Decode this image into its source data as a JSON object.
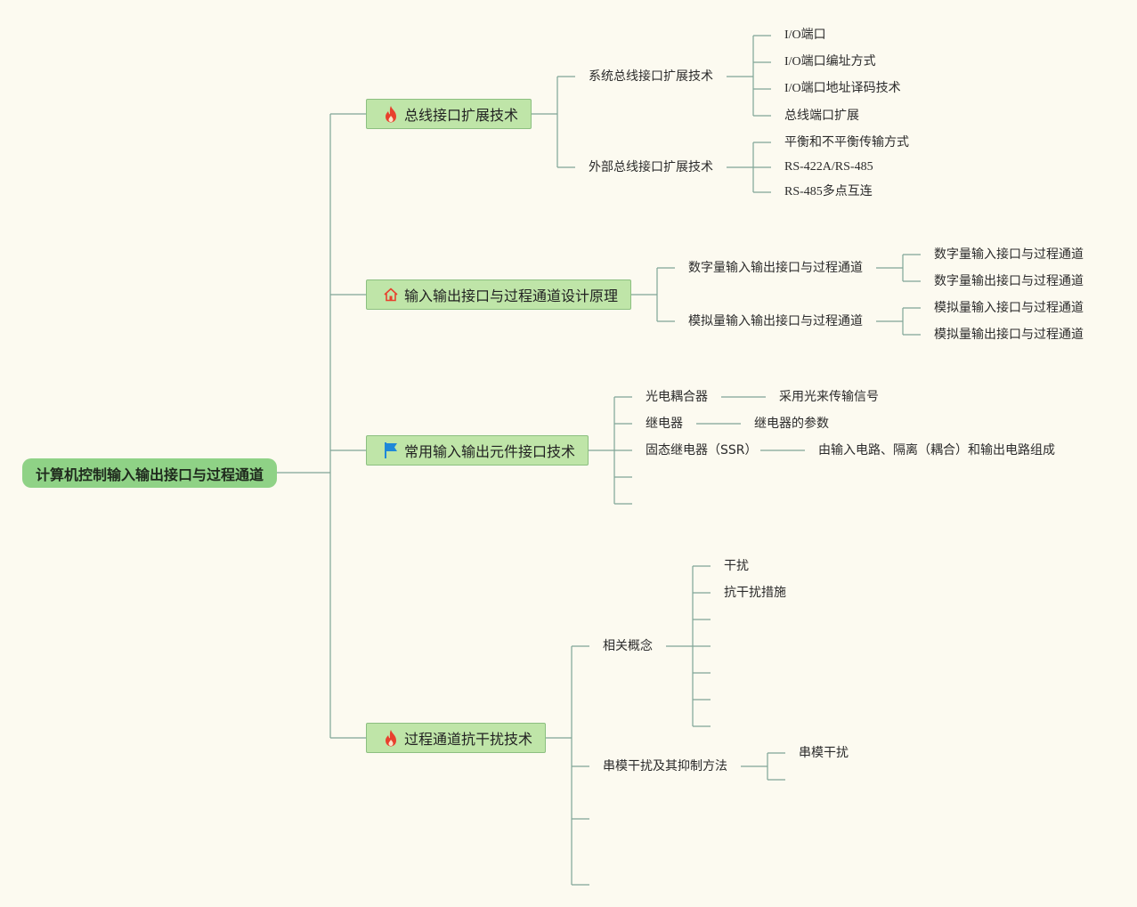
{
  "root": {
    "label": "计算机控制输入输出接口与过程通道"
  },
  "branches": [
    {
      "label": "总线接口扩展技术",
      "icon": "fire-icon",
      "children": [
        {
          "label": "系统总线接口扩展技术",
          "children": [
            "I/O端口",
            "I/O端口编址方式",
            "I/O端口地址译码技术",
            "总线端口扩展"
          ]
        },
        {
          "label": "外部总线接口扩展技术",
          "children": [
            "平衡和不平衡传输方式",
            "RS-422A/RS-485",
            "RS-485多点互连"
          ]
        }
      ]
    },
    {
      "label": "输入输出接口与过程通道设计原理",
      "icon": "house-icon",
      "children": [
        {
          "label": "数字量输入输出接口与过程通道",
          "children": [
            "数字量输入接口与过程通道",
            "数字量输出接口与过程通道"
          ]
        },
        {
          "label": "模拟量输入输出接口与过程通道",
          "children": [
            "模拟量输入接口与过程通道",
            "模拟量输出接口与过程通道"
          ]
        }
      ]
    },
    {
      "label": "常用输入输出元件接口技术",
      "icon": "flag-icon",
      "children": [
        {
          "label": "光电耦合器",
          "detail": "采用光来传输信号"
        },
        {
          "label": "继电器",
          "detail": "继电器的参数"
        },
        {
          "label": "固态继电器（SSR）",
          "detail": "由输入电路、隔离（耦合）和输出电路组成"
        }
      ]
    },
    {
      "label": "过程通道抗干扰技术",
      "icon": "fire-icon",
      "children": [
        {
          "label": "相关概念",
          "children": [
            "干扰",
            "抗干扰措施"
          ]
        },
        {
          "label": "串模干扰及其抑制方法",
          "children": [
            "串模干扰"
          ]
        }
      ]
    }
  ],
  "colors": {
    "background": "#fcfaf0",
    "root_fill": "#8fd286",
    "branch_fill": "#bfe5a8",
    "line": "#7fa596",
    "fire": "#e8402d",
    "flag": "#1e88d8"
  }
}
